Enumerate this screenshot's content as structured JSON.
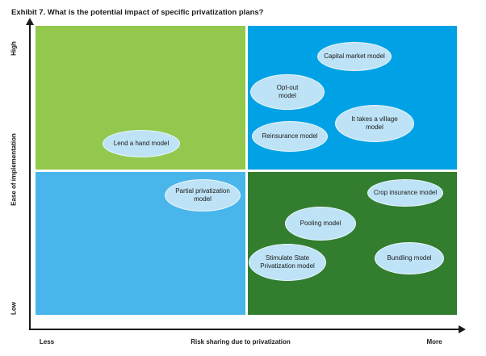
{
  "title": "Exhibit 7. What is the potential impact of specific privatization plans?",
  "axes": {
    "y_label": "Ease of implementation",
    "y_high": "High",
    "y_low": "Low",
    "x_label": "Risk sharing due to privatization",
    "x_less": "Less",
    "x_more": "More"
  },
  "colors": {
    "top_left": "#92c84d",
    "top_right": "#00a2e5",
    "bottom_left": "#48b6ea",
    "bottom_right": "#327d2e",
    "bubble": "#bfe3f6"
  },
  "bubbles": [
    {
      "id": "lend-a-hand",
      "label": "Lend a hand model"
    },
    {
      "id": "capital-market",
      "label": "Capital market model"
    },
    {
      "id": "opt-out",
      "label": "Opt-out\nmodel"
    },
    {
      "id": "it-takes-a-village",
      "label": "It takes a village\nmodel"
    },
    {
      "id": "reinsurance",
      "label": "Reinsurance model"
    },
    {
      "id": "partial-privatization",
      "label": "Partial privatization\nmodel"
    },
    {
      "id": "crop-insurance",
      "label": "Crop insurance model"
    },
    {
      "id": "pooling",
      "label": "Pooling model"
    },
    {
      "id": "stimulate-state",
      "label": "Stimulate State\nPrivatization model"
    },
    {
      "id": "bundling",
      "label": "Bundling model"
    }
  ]
}
